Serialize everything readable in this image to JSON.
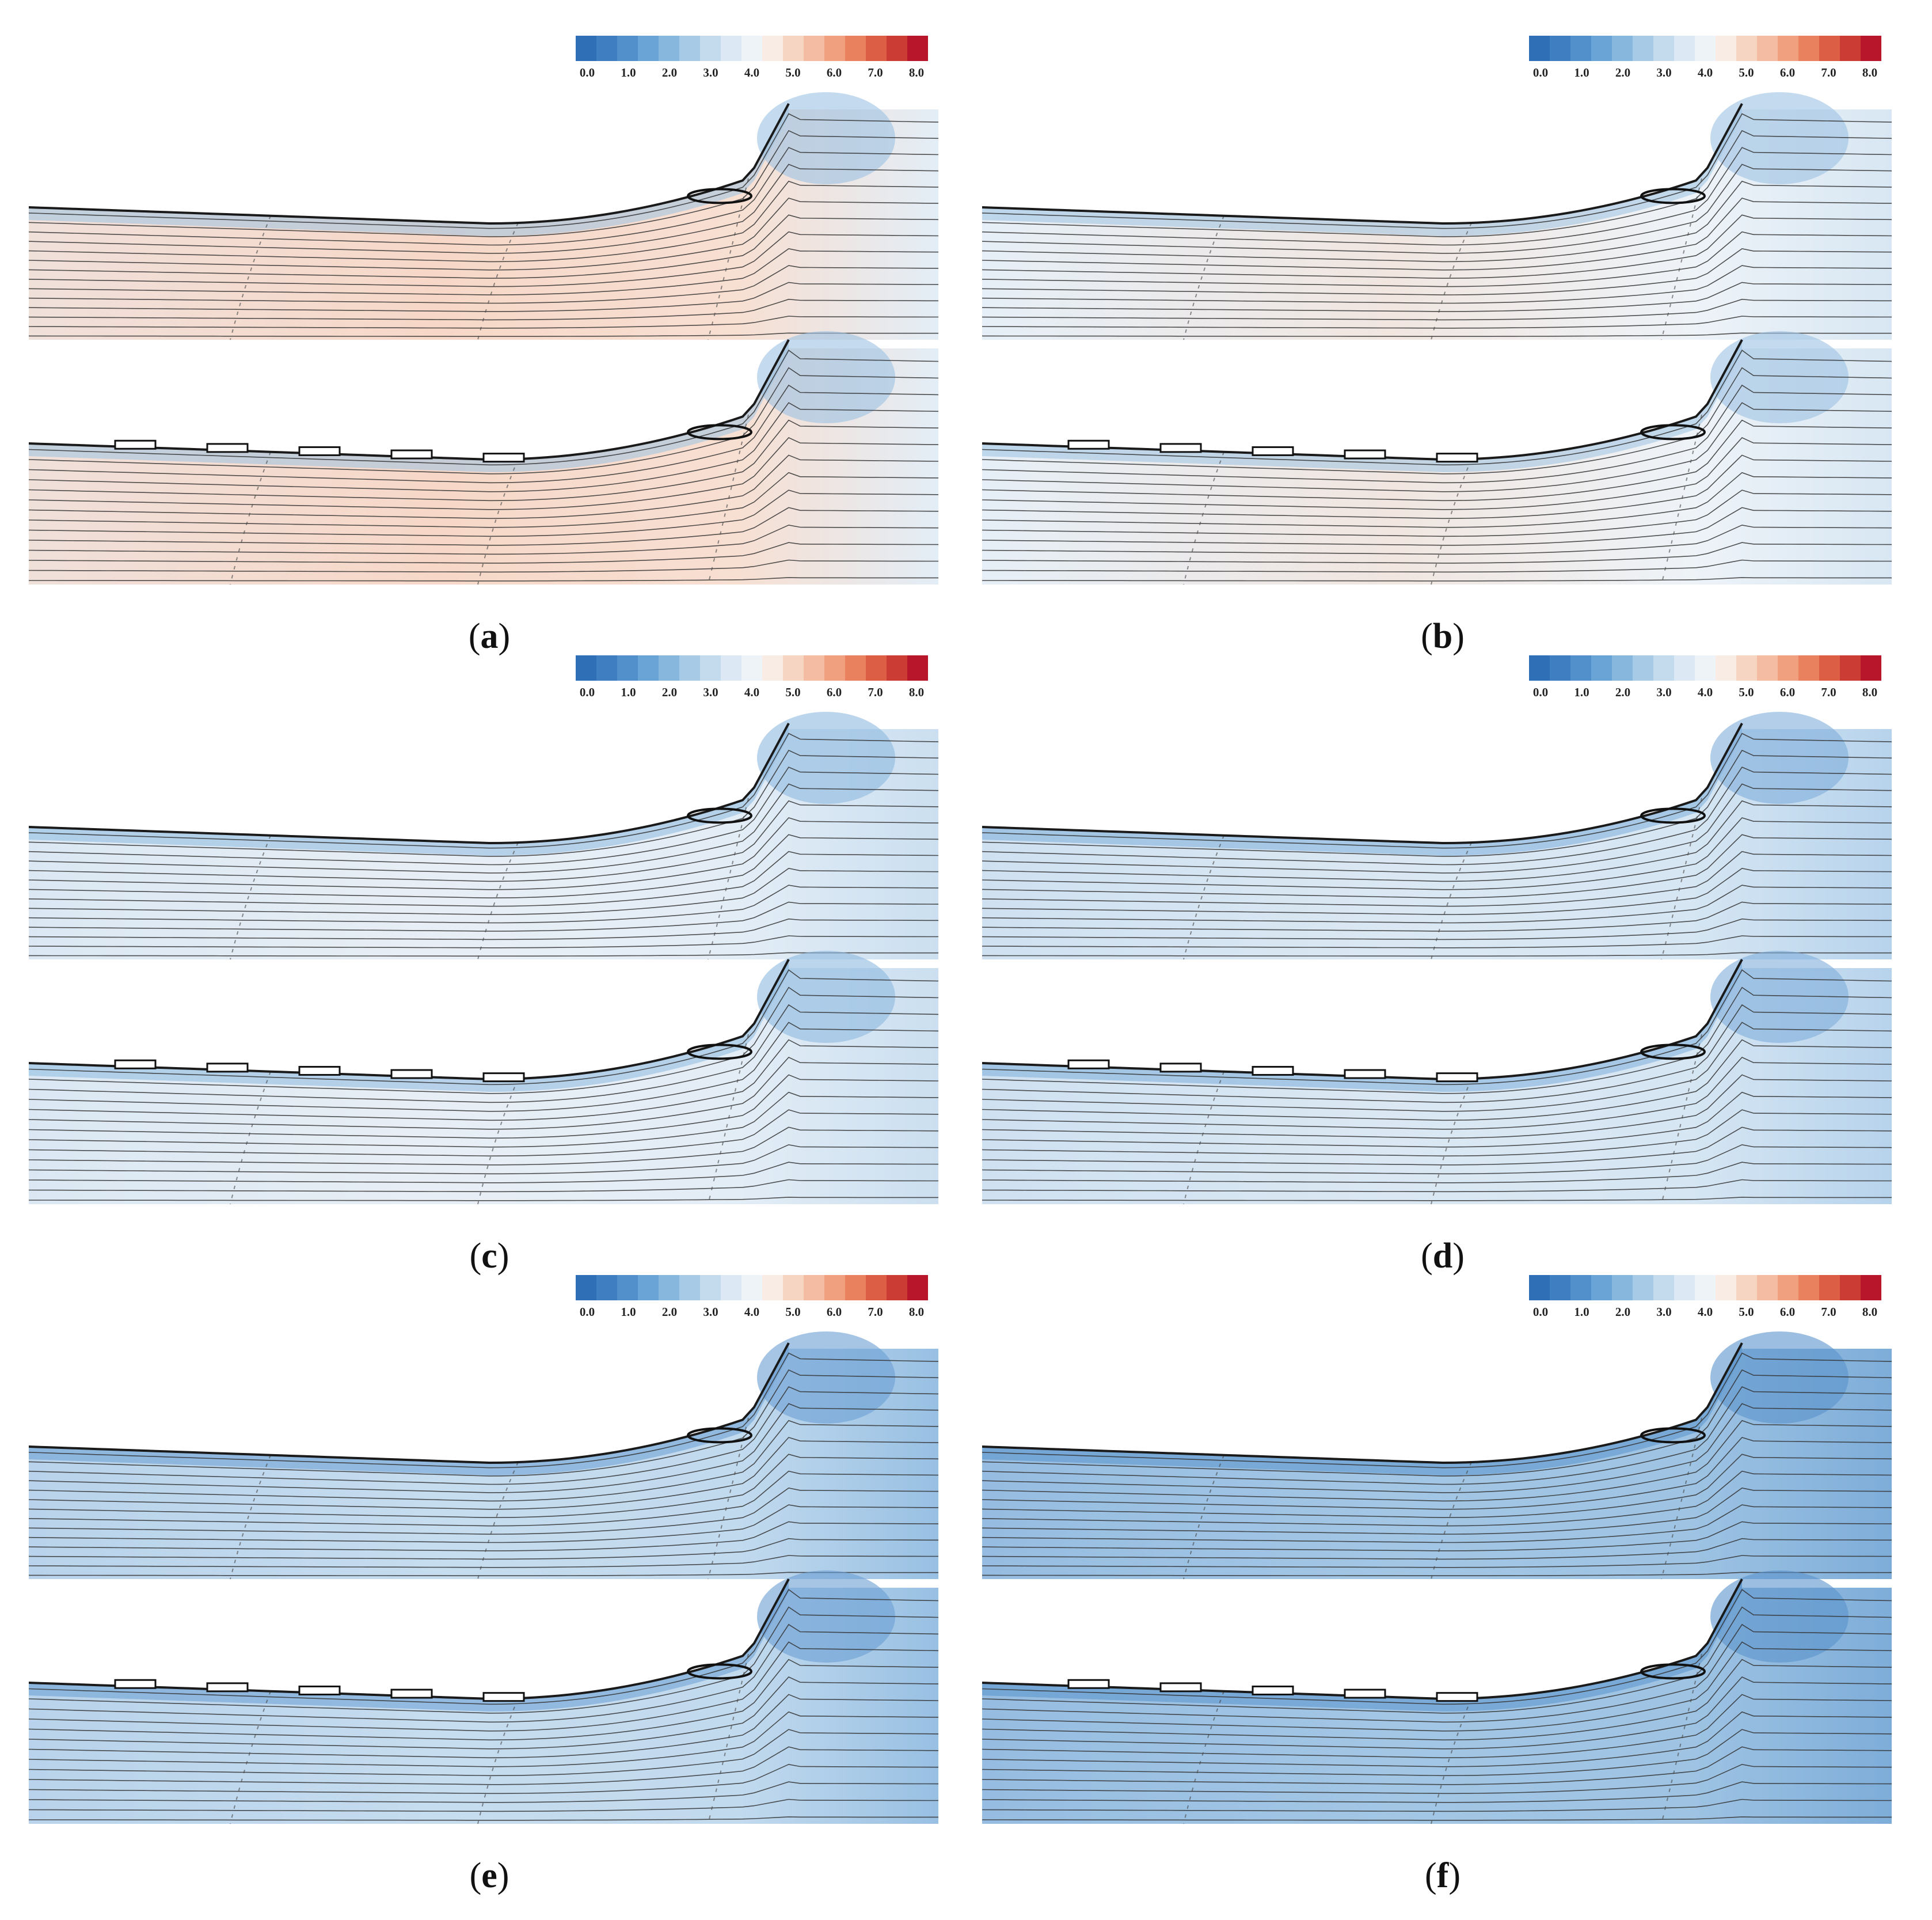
{
  "colorbar": {
    "ticks": [
      "0.0",
      "1.0",
      "2.0",
      "3.0",
      "4.0",
      "5.0",
      "6.0",
      "7.0",
      "8.0"
    ],
    "colors": [
      "#2f6fb5",
      "#3f7fc1",
      "#5290cb",
      "#6aa3d5",
      "#88b7de",
      "#a7cae6",
      "#c4dbee",
      "#dce8f3",
      "#eef3f8",
      "#f8ece4",
      "#f7d5c3",
      "#f4bca2",
      "#f0a07f",
      "#e9815f",
      "#dc5f45",
      "#cb3c34",
      "#b8162a"
    ]
  },
  "panels": [
    {
      "letter": "a",
      "top_tint": "#f7dfd2",
      "upper_tint": "#f0e0da",
      "bottom_tint": "#f7d8c8",
      "front_tint": "#e3edf6",
      "wall_tint": "#9cc2e2"
    },
    {
      "letter": "b",
      "top_tint": "#eef3f8",
      "upper_tint": "#e6eff7",
      "bottom_tint": "#f1e6e0",
      "front_tint": "#d8e7f3",
      "wall_tint": "#9cc2e2"
    },
    {
      "letter": "c",
      "top_tint": "#e3edf6",
      "upper_tint": "#dbe8f3",
      "bottom_tint": "#e8eef5",
      "front_tint": "#cbdff0",
      "wall_tint": "#8db9df"
    },
    {
      "letter": "d",
      "top_tint": "#d6e6f3",
      "upper_tint": "#cfe1f1",
      "bottom_tint": "#dbe8f3",
      "front_tint": "#b7d3ec",
      "wall_tint": "#7eaedb"
    },
    {
      "letter": "e",
      "top_tint": "#c2daee",
      "upper_tint": "#b8d3eb",
      "bottom_tint": "#c6dcef",
      "front_tint": "#98c0e3",
      "wall_tint": "#6a9fd3"
    },
    {
      "letter": "f",
      "top_tint": "#9ec3e3",
      "upper_tint": "#96bde1",
      "bottom_tint": "#a3c6e5",
      "front_tint": "#7eadd9",
      "wall_tint": "#5a93cc"
    }
  ]
}
